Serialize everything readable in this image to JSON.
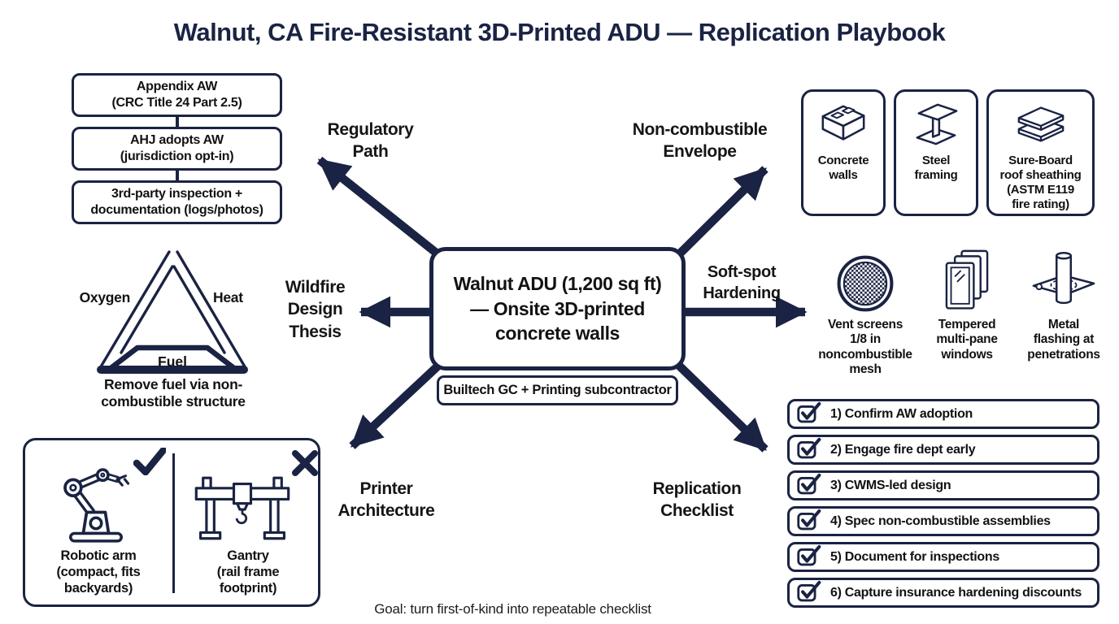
{
  "title": "Walnut, CA Fire-Resistant 3D-Printed ADU — Replication Playbook",
  "colors": {
    "navy": "#1a2343",
    "ink": "#121212",
    "background": "#ffffff"
  },
  "center": {
    "main": "Walnut ADU (1,200 sq ft)\n— Onsite 3D-printed\nconcrete walls",
    "sub": "Builtech GC + Printing subcontractor"
  },
  "sections": {
    "regulatory": {
      "label": "Regulatory\nPath",
      "steps": [
        "Appendix AW\n(CRC Title 24 Part 2.5)",
        "AHJ adopts AW\n(jurisdiction opt-in)",
        "3rd-party inspection +\ndocumentation (logs/photos)"
      ]
    },
    "envelope": {
      "label": "Non-combustible\nEnvelope",
      "cards": [
        {
          "icon": "concrete-block-icon",
          "label": "Concrete\nwalls"
        },
        {
          "icon": "steel-beam-icon",
          "label": "Steel\nframing"
        },
        {
          "icon": "roof-sheathing-icon",
          "label": "Sure-Board\nroof sheathing\n(ASTM E119\nfire rating)"
        }
      ]
    },
    "wildfire": {
      "label": "Wildfire\nDesign\nThesis",
      "triangle": {
        "left": "Oxygen",
        "right": "Heat",
        "bottom": "Fuel"
      },
      "caption": "Remove fuel via non-\ncombustible structure"
    },
    "hardening": {
      "label": "Soft-spot\nHardening",
      "items": [
        {
          "icon": "vent-screen-icon",
          "label": "Vent screens\n1/8 in\nnoncombustible\nmesh"
        },
        {
          "icon": "window-panes-icon",
          "label": "Tempered\nmulti-pane\nwindows"
        },
        {
          "icon": "metal-flashing-icon",
          "label": "Metal\nflashing at\npenetrations"
        }
      ]
    },
    "printer": {
      "label": "Printer\nArchitecture",
      "options": [
        {
          "icon": "robotic-arm-icon",
          "verdict": "check",
          "label": "Robotic arm\n(compact, fits\nbackyards)"
        },
        {
          "icon": "gantry-icon",
          "verdict": "cross",
          "label": "Gantry\n(rail frame\nfootprint)"
        }
      ]
    },
    "checklist": {
      "label": "Replication\nChecklist",
      "items": [
        "1) Confirm AW adoption",
        "2) Engage fire dept early",
        "3) CWMS-led design",
        "4) Spec non-combustible assemblies",
        "5) Document for inspections",
        "6) Capture insurance hardening discounts"
      ]
    }
  },
  "footer": {
    "goal": "Goal: turn first-of-kind into repeatable checklist"
  }
}
